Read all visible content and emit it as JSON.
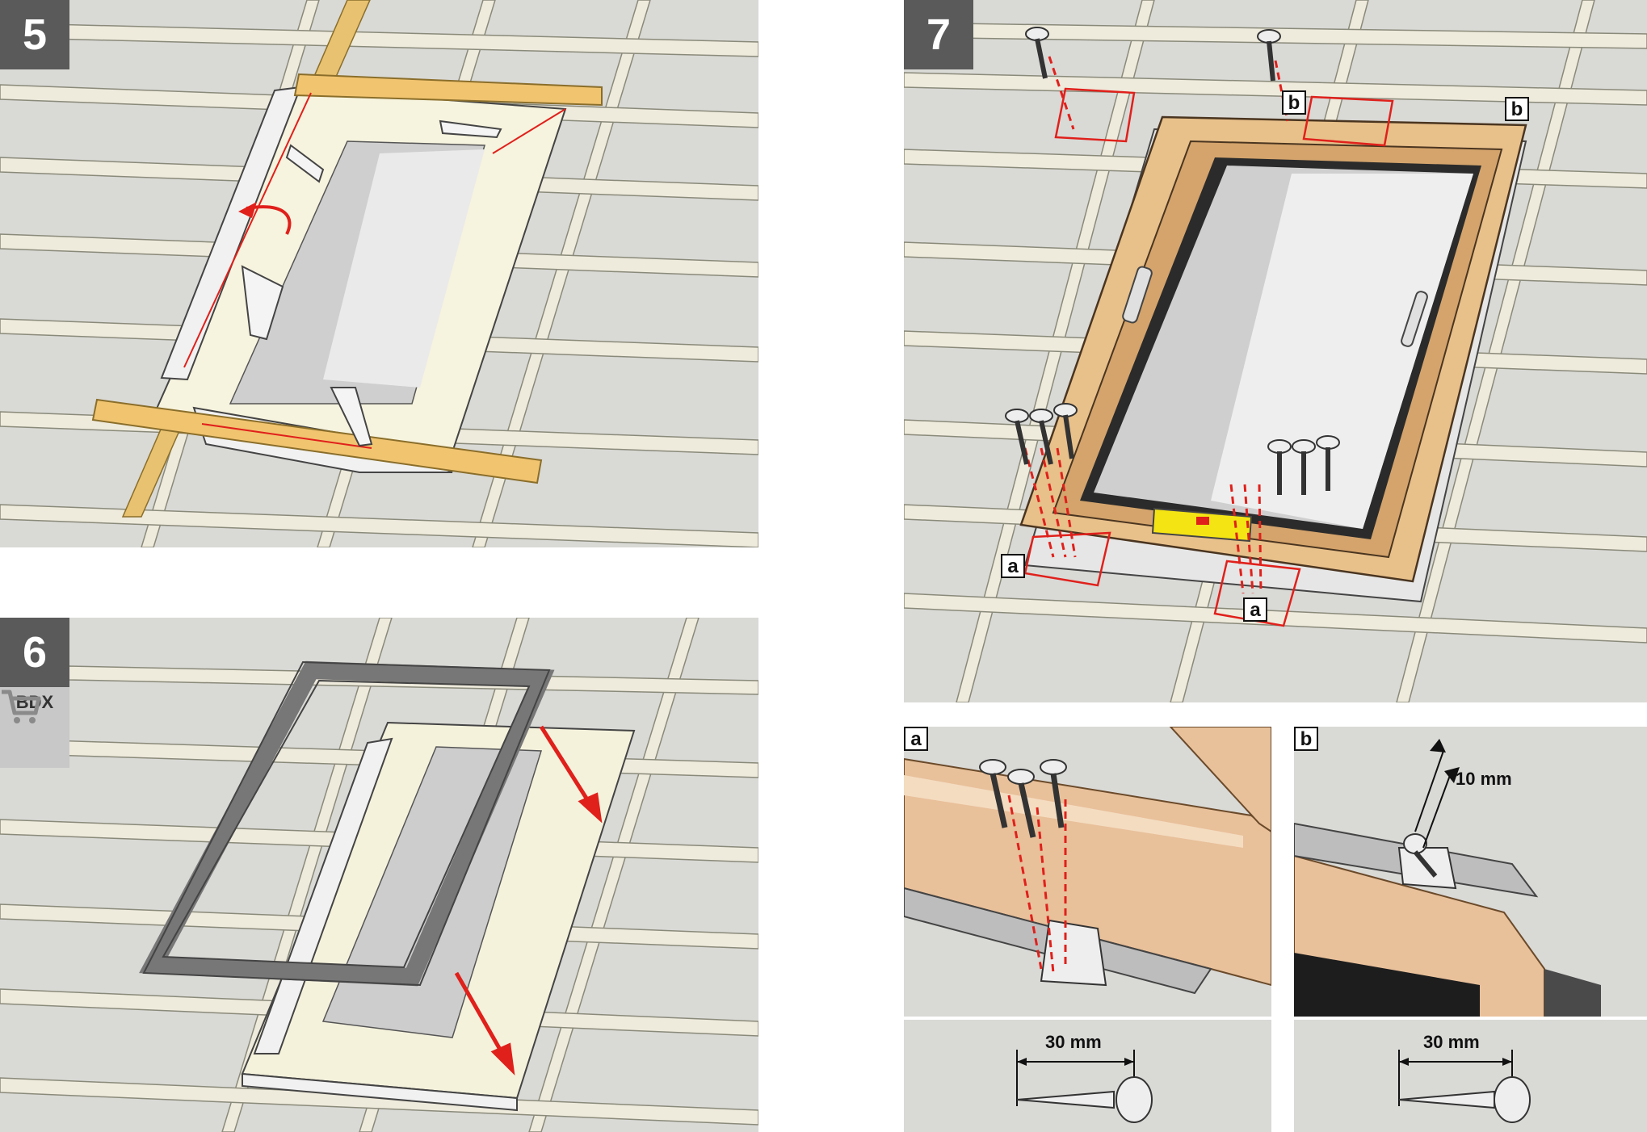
{
  "steps": [
    {
      "number": "5"
    },
    {
      "number": "6",
      "product_code": "BDX"
    },
    {
      "number": "7"
    }
  ],
  "callouts": {
    "a": "a",
    "b": "b"
  },
  "detail_a": {
    "label": "a",
    "screw_length": "30 mm"
  },
  "detail_b": {
    "label": "b",
    "offset": "10 mm",
    "screw_length": "30 mm"
  },
  "colors": {
    "background": "#d9d9d6",
    "batten": "#eeeadc",
    "wood": "#e8c08a",
    "metal": "#eeeeee",
    "frame": "#777777",
    "accent_red": "#e0201b",
    "level_yellow": "#f4e414",
    "badge": "#5a5a5a"
  },
  "icons": [
    "shopping-cart-icon",
    "screw-icon",
    "arrow-icon",
    "spirit-level-icon"
  ]
}
